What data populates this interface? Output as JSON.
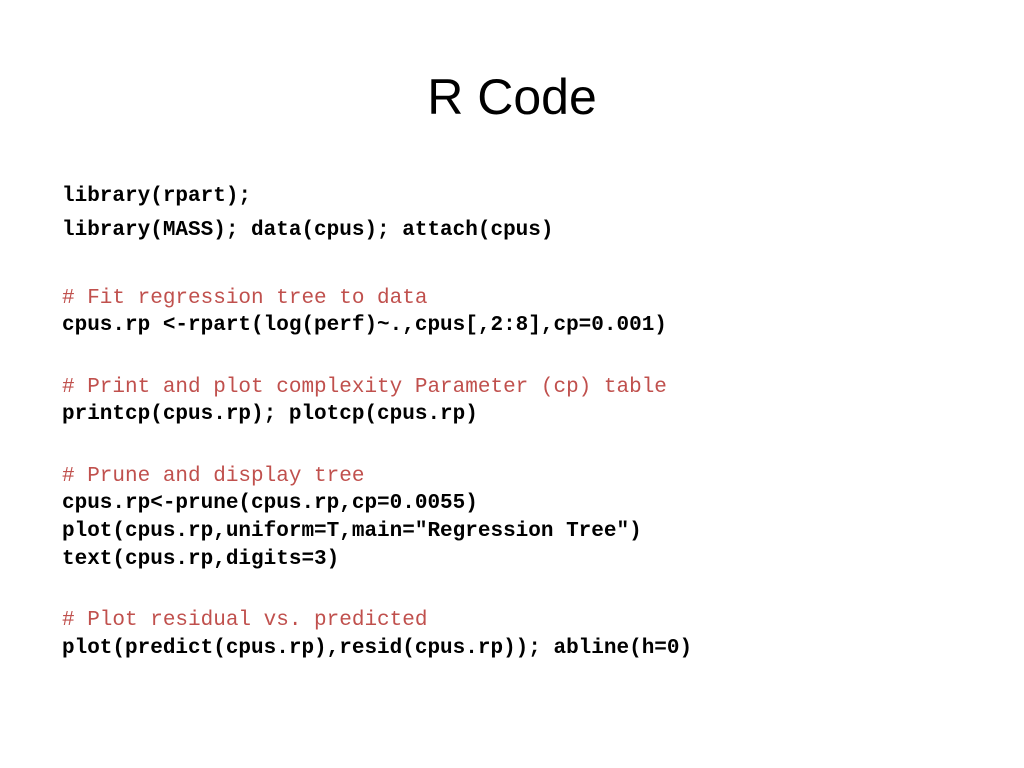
{
  "slide": {
    "title": "R Code",
    "lines": [
      "library(rpart);",
      "library(MASS); data(cpus); attach(cpus)",
      "# Fit regression tree to data",
      "cpus.rp <-rpart(log(perf)~.,cpus[,2:8],cp=0.001)",
      "# Print and plot complexity Parameter (cp) table",
      "printcp(cpus.rp); plotcp(cpus.rp)",
      "# Prune and display tree",
      "cpus.rp<-prune(cpus.rp,cp=0.0055)",
      "plot(cpus.rp,uniform=T,main=\"Regression Tree\")",
      "text(cpus.rp,digits=3)",
      "# Plot residual vs. predicted",
      "plot(predict(cpus.rp),resid(cpus.rp)); abline(h=0)"
    ]
  },
  "colors": {
    "code": "#000000",
    "comment": "#c0504d",
    "background": "#ffffff"
  }
}
